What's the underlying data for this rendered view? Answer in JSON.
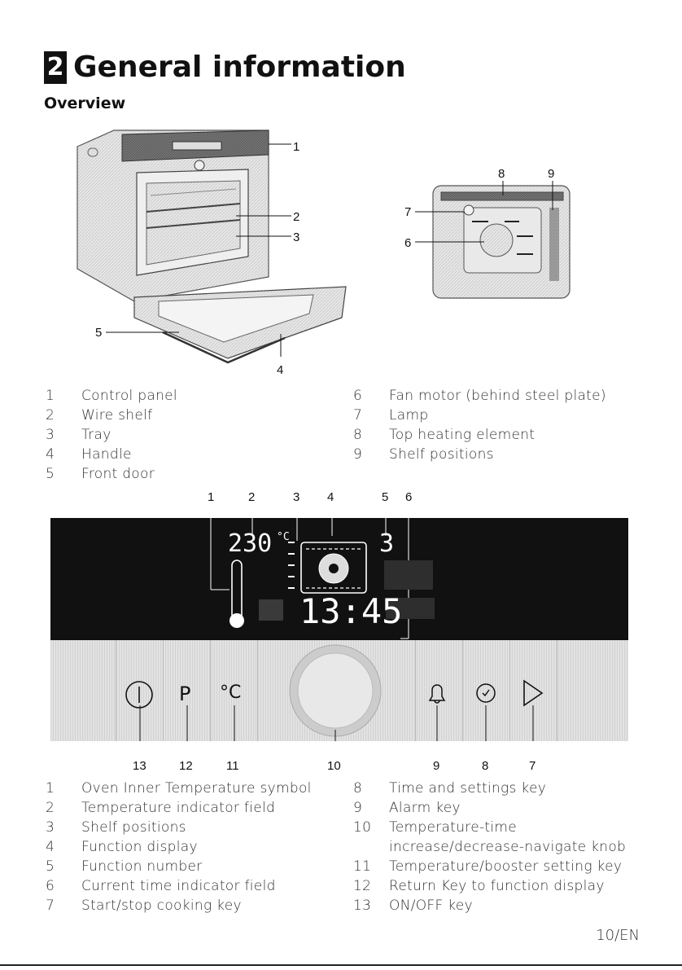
{
  "header": {
    "chapter_number": "2",
    "title": "General information",
    "subtitle": "Overview"
  },
  "figure1": {
    "callouts": [
      "1",
      "2",
      "3",
      "4",
      "5"
    ]
  },
  "figure2": {
    "callouts": [
      "6",
      "7",
      "8",
      "9"
    ]
  },
  "legend1": {
    "left": [
      {
        "n": "1",
        "label": "Control panel"
      },
      {
        "n": "2",
        "label": "Wire shelf"
      },
      {
        "n": "3",
        "label": "Tray"
      },
      {
        "n": "4",
        "label": "Handle"
      },
      {
        "n": "5",
        "label": "Front door"
      }
    ],
    "right": [
      {
        "n": "6",
        "label": "Fan motor (behind steel plate)"
      },
      {
        "n": "7",
        "label": "Lamp"
      },
      {
        "n": "8",
        "label": "Top heating element"
      },
      {
        "n": "9",
        "label": "Shelf positions"
      }
    ]
  },
  "panel": {
    "top_callouts": [
      "1",
      "2",
      "3",
      "4",
      "5",
      "6"
    ],
    "bottom_callouts": [
      "13",
      "12",
      "11",
      "10",
      "9",
      "8",
      "7"
    ],
    "display": {
      "temperature": "230",
      "temperature_unit": "°C",
      "function_number": "3",
      "time": "13:45"
    },
    "keys": {
      "program": "P",
      "temperature": "°C"
    }
  },
  "legend2": {
    "left": [
      {
        "n": "1",
        "label": "Oven Inner Temperature symbol"
      },
      {
        "n": "2",
        "label": "Temperature indicator field"
      },
      {
        "n": "3",
        "label": "Shelf positions"
      },
      {
        "n": "4",
        "label": "Function display"
      },
      {
        "n": "5",
        "label": "Function number"
      },
      {
        "n": "6",
        "label": "Current time indicator field"
      },
      {
        "n": "7",
        "label": "Start/stop cooking key"
      }
    ],
    "right": [
      {
        "n": "8",
        "label": "Time and settings key"
      },
      {
        "n": "9",
        "label": "Alarm key"
      },
      {
        "n": "10",
        "label": "Temperature-time"
      },
      {
        "n": "",
        "label": "increase/decrease-navigate knob"
      },
      {
        "n": "11",
        "label": "Temperature/booster setting key"
      },
      {
        "n": "12",
        "label": "Return Key to function display"
      },
      {
        "n": "13",
        "label": "ON/OFF key"
      }
    ]
  },
  "footer": {
    "page": "10/EN"
  }
}
